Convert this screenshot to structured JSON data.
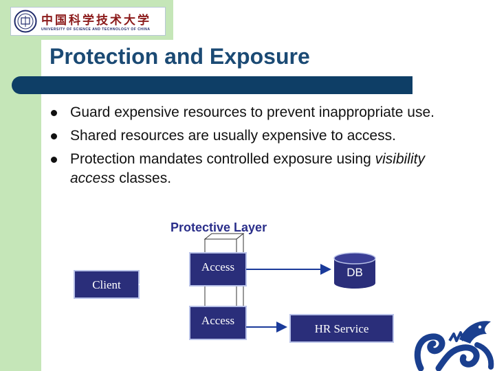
{
  "logo": {
    "university_cn": "中国科学技术大学",
    "university_en": "UNIVERSITY OF SCIENCE AND TECHNOLOGY OF CHINA",
    "seal_name": "university-seal",
    "brand_color": "#8b1a1a"
  },
  "slide": {
    "title": "Protection and Exposure",
    "bullets": [
      {
        "text": "Guard expensive resources to prevent inappropriate use."
      },
      {
        "text": "Shared resources are usually expensive to access."
      },
      {
        "text_before": "Protection mandates controlled exposure using ",
        "text_italic": "visibility access",
        "text_after": " classes."
      }
    ]
  },
  "diagram": {
    "layer_label": "Protective Layer",
    "client_label": "Client",
    "access_top_label": "Access",
    "access_bottom_label": "Access",
    "db_label": "DB",
    "hr_service_label": "HR Service"
  },
  "colors": {
    "title": "#1b4a74",
    "bar": "#0e3e66",
    "box_fill": "#2a2e7a",
    "strip": "#c5e6b8",
    "dragon": "#1a3f8f"
  },
  "decor": {
    "dragon_icon": "dragon-logo-icon"
  }
}
